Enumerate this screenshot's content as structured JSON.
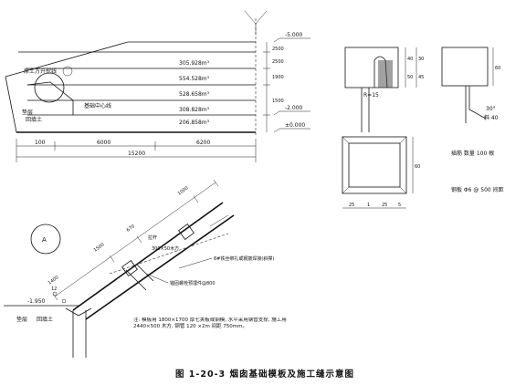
{
  "caption": "图 1-20-3  烟囱基础模板及施工缝示意图",
  "top_left": {
    "left_label": "原土方开挖线",
    "pad_label": "垫层",
    "soil_label": "回填土",
    "center_label": "基础中心线",
    "level_labels": [
      "305.928m³",
      "554.528m³",
      "528.658m³",
      "308.828m³",
      "206.858m³"
    ],
    "elev_labels": [
      "-5.000",
      "-2.000",
      "±0.000"
    ],
    "right_dims": [
      "2500",
      "2500",
      "1900",
      "1500"
    ],
    "bottom_dims": [
      "100",
      "6000",
      "6200",
      "15200"
    ]
  },
  "bottom_left": {
    "detail_label": "A",
    "pad_label": "垫层",
    "soil_label": "回填土",
    "dims": [
      "1400",
      "1500",
      "670",
      "1000",
      "12"
    ],
    "elev_label": "-1.950",
    "tie_label": "拉杆",
    "callout_1": "8#铁丝绑扎或钢筋焊接(斜撑)",
    "callout_2": "锚固螺栓预埋件@800",
    "callout_3": "300×50木方",
    "note": "注: 模板用 1800×1700 厚七夹板或钢模, 水平采用钢管支撑, 施工用 2440×500 木方, 钢管 120 ×2m 间距 750mm。"
  },
  "right": {
    "top_dims": [
      "40",
      "50",
      "30",
      "45"
    ],
    "r_label": "R=15",
    "deg_label": "30°",
    "side_label": "斜 40",
    "bottom_dims": [
      "25",
      "1",
      "25",
      "5"
    ],
    "height_dim": "60",
    "rebar_label": "插筋 数量 100 根",
    "steel_label": "钢板 Φ6 @ 500 间距"
  }
}
